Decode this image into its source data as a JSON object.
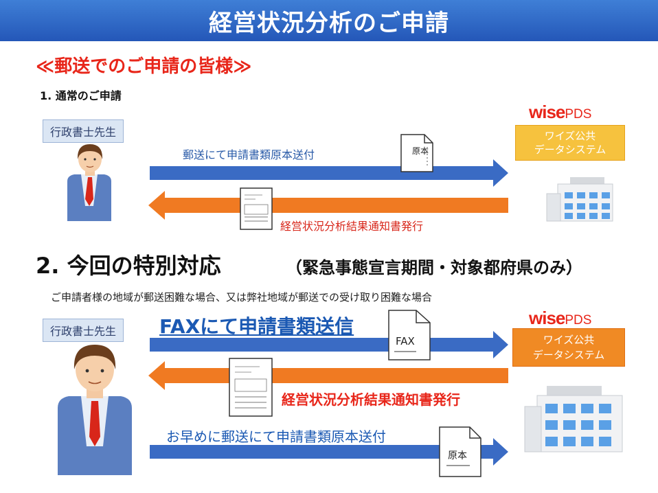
{
  "header": {
    "title": "経営状況分析のご申請"
  },
  "mail": {
    "title": "≪郵送でのご申請の皆様≫",
    "section1": "1. 通常のご申請",
    "role_label": "行政書士先生",
    "send_label": "郵送にて申請書類原本送付",
    "return_label": "経営状況分析結果通知書発行",
    "doc_text": "原本",
    "org_line1": "ワイズ公共",
    "org_line2": "データシステム"
  },
  "logo": {
    "wise": "wise",
    "pds": "PDS"
  },
  "special": {
    "title": "2. 今回の特別対応",
    "subtitle": "（緊急事態宣言期間・対象都府県のみ）",
    "note": "ご申請者様の地域が郵送困難な場合、又は弊社地域が郵送での受け取り困難な場合",
    "role_label": "行政書士先生",
    "fax_label": "FAXにて申請書類送信",
    "fax_doc": "FAX",
    "return_label": "経営状況分析結果通知書発行",
    "mail_label": "お早めに郵送にて申請書類原本送付",
    "original_doc": "原本",
    "org_line1": "ワイズ公共",
    "org_line2": "データシステム"
  },
  "colors": {
    "header": "#2d64c3",
    "accent_red": "#e8261a",
    "arrow_blue": "#3a6bc4",
    "arrow_orange": "#f07a22"
  }
}
